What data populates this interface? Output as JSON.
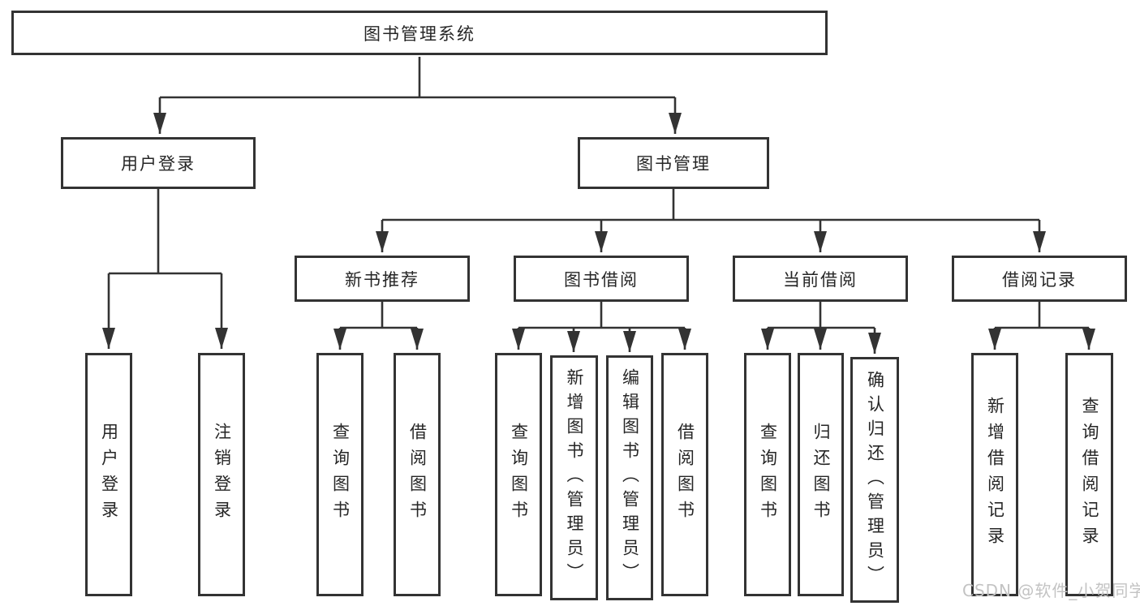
{
  "colors": {
    "line": "#333333",
    "text": "#262626",
    "box_background": "#ffffff",
    "page_background": "#ffffff",
    "watermark": "#c3c3c3"
  },
  "tree": {
    "root": "图书管理系统",
    "branches": [
      {
        "label": "用户登录",
        "children": [
          "用户登录",
          "注销登录"
        ]
      },
      {
        "label": "图书管理",
        "groups": [
          {
            "label": "新书推荐",
            "children": [
              "查询图书",
              "借阅图书"
            ]
          },
          {
            "label": "图书借阅",
            "children": [
              "查询图书",
              "新增图书（管理员）",
              "编辑图书（管理员）",
              "借阅图书"
            ]
          },
          {
            "label": "当前借阅",
            "children": [
              "查询图书",
              "归还图书",
              "确认归还（管理员）"
            ]
          },
          {
            "label": "借阅记录",
            "children": [
              "新增借阅记录",
              "查询借阅记录"
            ]
          }
        ]
      }
    ]
  },
  "watermark": {
    "text": "CSDN @软件_小贺同学"
  }
}
